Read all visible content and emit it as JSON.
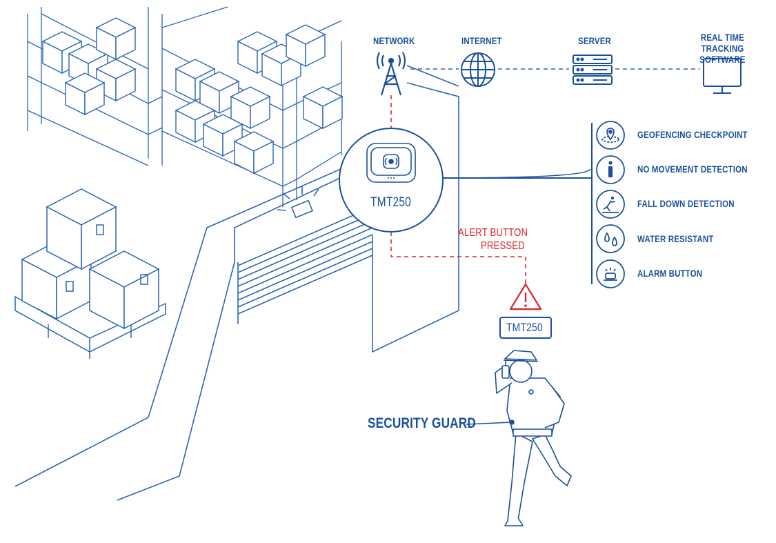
{
  "colors": {
    "line_blue": "#2b64b4",
    "dark_blue": "#1a4f9c",
    "alert_red": "#d9262c",
    "background": "#ffffff"
  },
  "network_chain": [
    {
      "label": "NETWORK",
      "icon": "cell-tower-icon"
    },
    {
      "label": "INTERNET",
      "icon": "globe-icon"
    },
    {
      "label": "SERVER",
      "icon": "server-icon"
    },
    {
      "label": "REAL TIME TRACKING SOFTWARE",
      "icon": "monitor-icon"
    }
  ],
  "device": {
    "label": "TMT250",
    "badge_label": "TMT250"
  },
  "alert": {
    "line1": "ALERT BUTTON",
    "line2": "PRESSED",
    "icon": "warning-triangle-icon"
  },
  "features": [
    {
      "label": "GEOFENCING CHECKPOINT",
      "icon": "geofence-pin-icon"
    },
    {
      "label": "NO MOVEMENT DETECTION",
      "icon": "info-person-icon"
    },
    {
      "label": "FALL DOWN DETECTION",
      "icon": "fall-person-icon"
    },
    {
      "label": "WATER RESISTANT",
      "icon": "water-drops-icon"
    },
    {
      "label": "ALARM BUTTON",
      "icon": "alarm-button-icon"
    }
  ],
  "guard": {
    "label": "SECURITY GUARD"
  }
}
